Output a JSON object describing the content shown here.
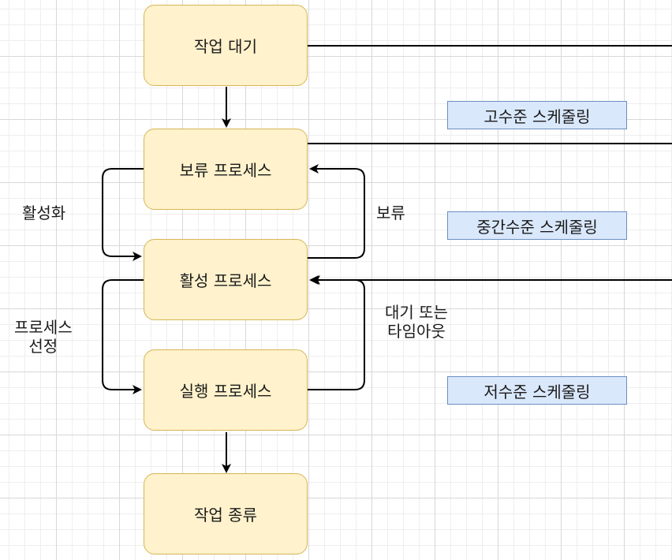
{
  "nodes": {
    "job_wait": "작업 대기",
    "hold_process": "보류 프로세스",
    "active_process": "활성 프로세스",
    "running_process": "실행 프로세스",
    "job_end": "작업 종류"
  },
  "scheduling": {
    "high": "고수준 스케줄링",
    "mid": "중간수준 스케줄링",
    "low": "저수준 스케줄링"
  },
  "edge_labels": {
    "activate": "활성화",
    "hold": "보류",
    "process_select_line1": "프로세스",
    "process_select_line2": "선정",
    "wait_or_timeout_line1": "대기 또는",
    "wait_or_timeout_line2": "타임아웃"
  },
  "colors": {
    "process_fill": "#fff2cc",
    "process_border": "#d6b656",
    "scheduling_fill": "#dae8fc",
    "scheduling_border": "#6c8ebf",
    "edge": "#000000"
  }
}
